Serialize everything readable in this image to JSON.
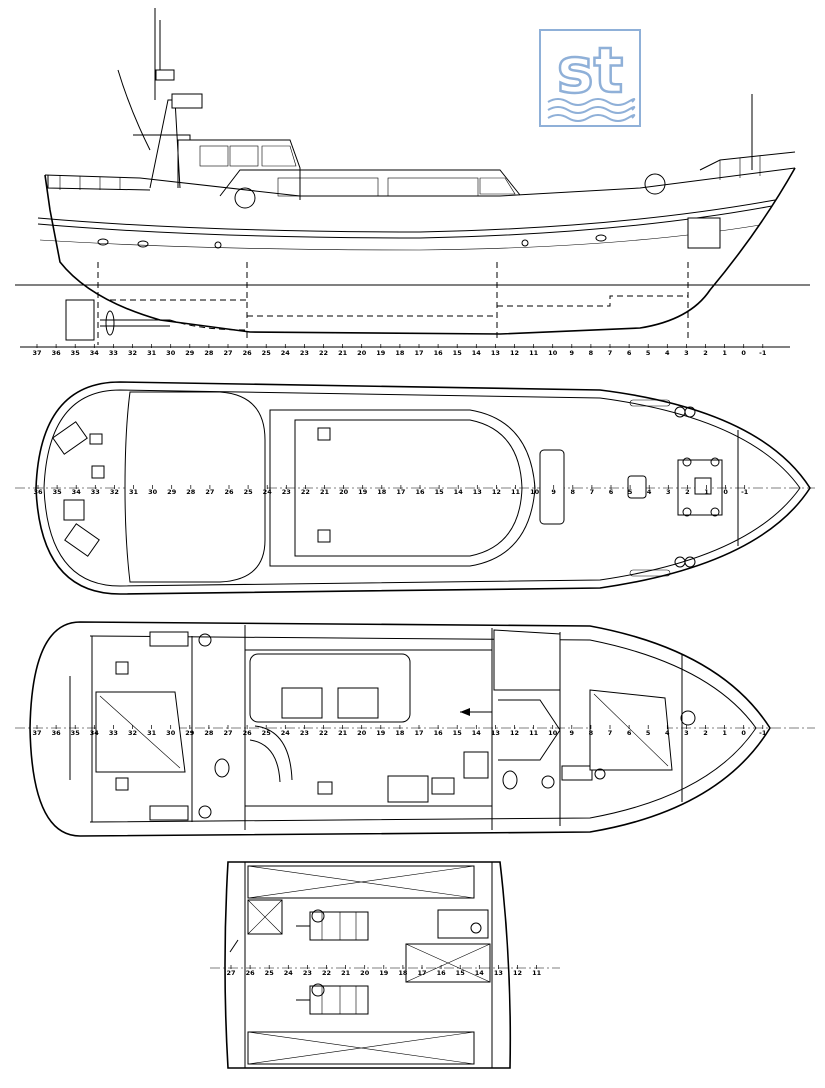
{
  "logo": {
    "text": "st",
    "color": "#8fb0d8"
  },
  "frame_numbers": {
    "profile": [
      "37",
      "36",
      "35",
      "34",
      "33",
      "32",
      "31",
      "30",
      "29",
      "28",
      "27",
      "26",
      "25",
      "24",
      "23",
      "22",
      "21",
      "20",
      "19",
      "18",
      "17",
      "16",
      "15",
      "14",
      "13",
      "12",
      "11",
      "10",
      "9",
      "8",
      "7",
      "6",
      "5",
      "4",
      "3",
      "2",
      "1",
      "0",
      "-1"
    ],
    "deck": [
      "36",
      "35",
      "34",
      "33",
      "32",
      "31",
      "30",
      "29",
      "28",
      "27",
      "26",
      "25",
      "24",
      "23",
      "22",
      "21",
      "20",
      "19",
      "18",
      "17",
      "16",
      "15",
      "14",
      "13",
      "12",
      "11",
      "10",
      "9",
      "8",
      "7",
      "6",
      "5",
      "4",
      "3",
      "2",
      "1",
      "0",
      "-1"
    ],
    "accommodation": [
      "37",
      "36",
      "35",
      "34",
      "33",
      "32",
      "31",
      "30",
      "29",
      "28",
      "27",
      "26",
      "25",
      "24",
      "23",
      "22",
      "21",
      "20",
      "19",
      "18",
      "17",
      "16",
      "15",
      "14",
      "13",
      "12",
      "11",
      "10",
      "9",
      "8",
      "7",
      "6",
      "5",
      "4",
      "3",
      "2",
      "1",
      "0",
      "-1"
    ],
    "engine_room": [
      "27",
      "26",
      "25",
      "24",
      "23",
      "22",
      "21",
      "20",
      "19",
      "18",
      "17",
      "16",
      "15",
      "14",
      "13",
      "12",
      "11"
    ]
  },
  "views": {
    "profile": "side-elevation",
    "deck": "deck-plan",
    "accommodation": "accommodation-plan",
    "engine_room": "engine-room-plan"
  }
}
